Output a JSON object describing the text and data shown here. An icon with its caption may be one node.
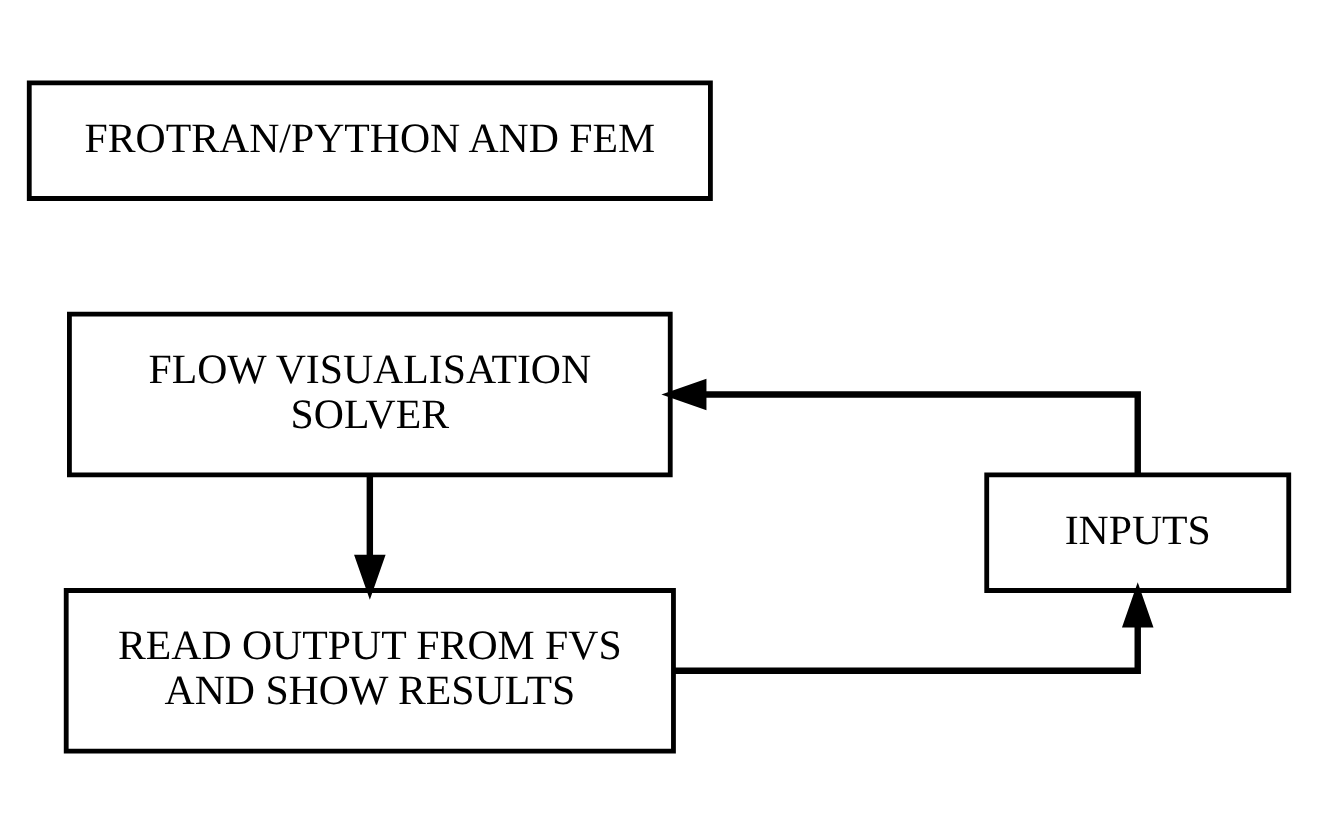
{
  "diagram": {
    "nodes": [
      {
        "text": [
          "FLOW VISUALISATION SOLVER"
        ]
      },
      {
        "text": [
          "FROTRAN/PYTHON AND FEM"
        ]
      },
      {
        "text": [
          "INPUTS"
        ]
      },
      {
        "text": [
          "READ OUTPUT FROM FVS AND SHOW RESULTS"
        ]
      }
    ],
    "edges": [
      {
        "from": 2,
        "to": 0,
        "arrow": "to"
      },
      {
        "from": 0,
        "to": 3,
        "arrow": "to"
      },
      {
        "from": 3,
        "to": 2,
        "arrow": "to"
      }
    ]
  }
}
